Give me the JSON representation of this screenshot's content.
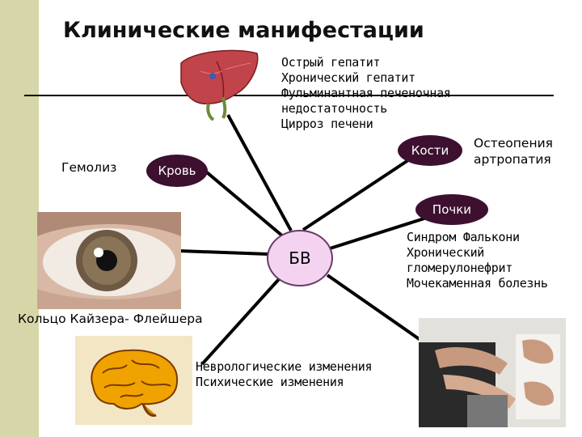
{
  "title": "Клинические манифестации",
  "center": {
    "label": "БВ"
  },
  "liver": {
    "lines": [
      "Острый гепатит",
      "Хронический гепатит",
      "Фульминантная печеночная",
      "недостаточность",
      "Цирроз печени"
    ]
  },
  "bones": {
    "label": "Кости",
    "lines": [
      "Остеопения",
      "артропатия"
    ]
  },
  "blood": {
    "label": "Кровь",
    "finding": "Гемолиз"
  },
  "kidneys": {
    "label": "Почки",
    "lines": [
      "Синдром Фалькони",
      "Хронический",
      "гломерулонефрит",
      "Мочекаменная болезнь"
    ]
  },
  "eye": {
    "caption": "Кольцо Кайзера- Флейшера"
  },
  "neuro": {
    "lines": [
      "Неврологические изменения",
      "Психические изменения"
    ]
  },
  "colors": {
    "sidebar": "#d6d6a8",
    "pill": "#3d1030",
    "center_fill": "#f4d3f1",
    "liver": "#c0444a"
  }
}
